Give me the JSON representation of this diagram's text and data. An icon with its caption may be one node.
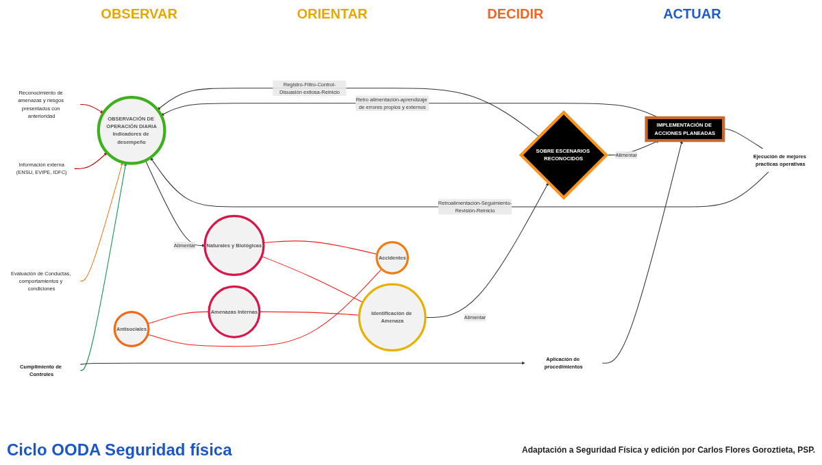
{
  "diagram": {
    "title": "Ciclo OODA Seguridad física",
    "caption": "Adaptación a Seguridad Física y edición por Carlos Flores Goroztieta, PSP.",
    "nodes": [
      {
        "text": [
          "Cumplimiento de Controles"
        ]
      },
      {
        "text": [
          "Evaluación de Conductas, comportamientos y condiciones"
        ]
      },
      {
        "text": [
          "Información externa",
          "(ENSU, EVIPE, IDFC)"
        ]
      },
      {
        "text": [
          "Reconocimiento de amenazas y riesgos presentados con anterioridad"
        ]
      },
      {
        "text": [
          "OBSERVACIÓN DE OPERACIÓN DIARIA",
          "Indicadores de desempeño"
        ]
      },
      {
        "text": [
          "Naturales y Biológicas"
        ]
      },
      {
        "text": [
          "Antisociales"
        ]
      },
      {
        "text": [
          "Identificación de Amenaza"
        ]
      },
      {
        "text": [
          "Amenazas Internas"
        ]
      },
      {
        "text": [
          "Accidentes"
        ]
      },
      {
        "text": [
          "SOBRE ESCENARIOS RECONOCIDOS"
        ]
      },
      {
        "text": [
          "Aplicación de procedimientos"
        ]
      },
      {
        "text": [
          "IMPLEMENTACIÓN DE ACCIONES PLANEADAS"
        ]
      },
      {
        "text": [
          "Ejecución de mejores practicas operativas"
        ]
      }
    ],
    "edges": [
      {
        "from": 0,
        "to": 4,
        "arrow": "to",
        "color": "#0a8f47"
      },
      {
        "from": 1,
        "to": 4,
        "arrow": "to",
        "color": "#f47a20"
      },
      {
        "from": 2,
        "to": 4,
        "arrow": "to",
        "color": "#c00000"
      },
      {
        "from": 3,
        "to": 4,
        "arrow": "to",
        "color": "#c00000"
      },
      {
        "from": 4,
        "to": 5,
        "arrow": "to",
        "label": "Alimentar"
      },
      {
        "from": 6,
        "to": 9,
        "arrow": "none",
        "color": "#ff1a1a"
      },
      {
        "from": 6,
        "to": 8,
        "arrow": "none",
        "color": "#ff1a1a"
      },
      {
        "from": 5,
        "to": 7,
        "arrow": "none",
        "color": "#ff1a1a"
      },
      {
        "from": 5,
        "to": 9,
        "arrow": "none",
        "color": "#ff1a1a"
      },
      {
        "from": 8,
        "to": 7,
        "arrow": "none",
        "color": "#ff1a1a"
      },
      {
        "from": 7,
        "to": 10,
        "arrow": "to",
        "label": "Alimentar"
      },
      {
        "from": 10,
        "to": 12,
        "arrow": "to",
        "label": "Alimentar"
      },
      {
        "from": 0,
        "to": 11,
        "arrow": "to"
      },
      {
        "from": 11,
        "to": 12,
        "arrow": "to"
      },
      {
        "from": 12,
        "to": 13,
        "arrow": "none"
      },
      {
        "from": 10,
        "to": 4,
        "arrow": "to",
        "label": "Registro-Filtro-Control-Disuasión exitosa-Reinicio"
      },
      {
        "from": 12,
        "to": 4,
        "arrow": "to",
        "label": "Retro alimentación-aprendizaje de errores propios y externos"
      },
      {
        "from": 13,
        "to": 4,
        "arrow": "to",
        "label": "Retroalimentación-Seguimiento-Revisión-Reinicio"
      }
    ],
    "labels": [
      "OBSERVAR",
      "ORIENTAR",
      "DECIDIR",
      "ACTUAR"
    ]
  }
}
